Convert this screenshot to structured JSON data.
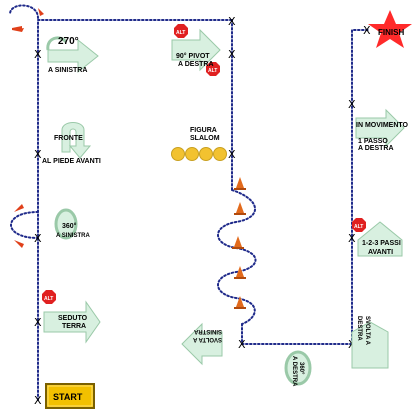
{
  "labels": {
    "turn_270_title": "270°",
    "turn_270_sub": "A SINISTRA",
    "pivot_title": "90° PIVOT",
    "pivot_sub": "A DESTRA",
    "finish": "FINISH",
    "front_title": "FRONTE",
    "front_sub": "AL PIEDE AVANTI",
    "figure_title": "FIGURA",
    "figure_sub": "SLALOM",
    "moving_title": "IN MOVIMENTO",
    "moving_sub1": "1 PASSO",
    "moving_sub2": "A DESTRA",
    "turn_360_left_title": "360°",
    "turn_360_left_sub": "A SINISTRA",
    "steps_title": "1-2-3 PASSI",
    "steps_sub": "AVANTI",
    "sit_title": "SEDUTO",
    "sit_sub": "TERRA",
    "rot_left_1": "SVOLTA A",
    "rot_left_2": "SINISTRA",
    "rot_right_1": "SVOLTA A",
    "rot_right_2": "DESTRA",
    "turn_360_right_title": "360°",
    "turn_360_right_sub": "A DESTRA",
    "stop": "ALT",
    "start": "START",
    "x": "X"
  },
  "colors": {
    "sign_fill": "#d8f0e0",
    "sign_stroke": "#9ac9a8",
    "path": "#1f2a8a",
    "stop": "#e02020",
    "star": "#ff2a2a",
    "cone": "#e26a1c",
    "cone_base": "#b24a0c",
    "slalom_dot": "#f2c230",
    "start_fill": "#f2c000",
    "arrow_red": "#e0401a"
  },
  "icons": {
    "cone": "traffic-cone-icon",
    "stop": "stop-sign-icon",
    "star": "finish-star-icon"
  }
}
